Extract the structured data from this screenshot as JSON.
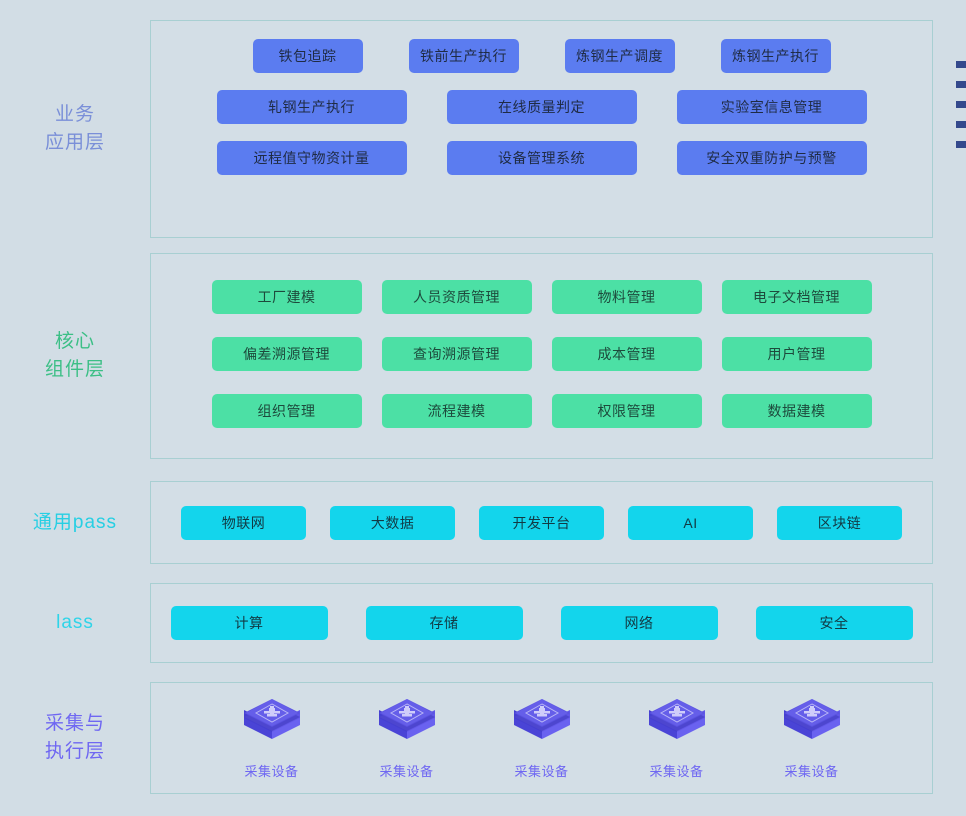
{
  "theme": {
    "page_background": "#d2dde5",
    "panel_border": "#a8cfd2",
    "business_chip": "#5b7cf0",
    "core_chip": "#4ce0a5",
    "platform_chip": "#13d5ec",
    "device_icon": "#5a52e8",
    "label_business": "#7a8fd8",
    "label_core": "#3cbf86",
    "label_paas": "#27cfe3",
    "label_iaas": "#2fd4e8",
    "label_device": "#6f67f2"
  },
  "layers": {
    "business": {
      "label": "业务\n应用层",
      "rows": [
        [
          "铁包追踪",
          "铁前生产执行",
          "炼钢生产调度",
          "炼钢生产执行"
        ],
        [
          "轧钢生产执行",
          "在线质量判定",
          "实验室信息管理"
        ],
        [
          "远程值守物资计量",
          "设备管理系统",
          "安全双重防护与预警"
        ]
      ]
    },
    "core": {
      "label": "核心\n组件层",
      "rows": [
        [
          "工厂建模",
          "人员资质管理",
          "物料管理",
          "电子文档管理"
        ],
        [
          "偏差溯源管理",
          "查询溯源管理",
          "成本管理",
          "用户管理"
        ],
        [
          "组织管理",
          "流程建模",
          "权限管理",
          "数据建模"
        ]
      ]
    },
    "paas": {
      "label": "通用pass",
      "items": [
        "物联网",
        "大数据",
        "开发平台",
        "AI",
        "区块链"
      ]
    },
    "iaas": {
      "label": "lass",
      "items": [
        "计算",
        "存储",
        "网络",
        "安全"
      ]
    },
    "device": {
      "label": "采集与\n执行层",
      "items": [
        {
          "icon": "isometric-device-icon",
          "caption": "采集设备"
        },
        {
          "icon": "isometric-device-icon",
          "caption": "采集设备"
        },
        {
          "icon": "isometric-device-icon",
          "caption": "采集设备"
        },
        {
          "icon": "isometric-device-icon",
          "caption": "采集设备"
        },
        {
          "icon": "isometric-device-icon",
          "caption": "采集设备"
        }
      ]
    }
  },
  "edge_markers": {
    "count": 5,
    "note": "clipped list bullets at right edge"
  }
}
